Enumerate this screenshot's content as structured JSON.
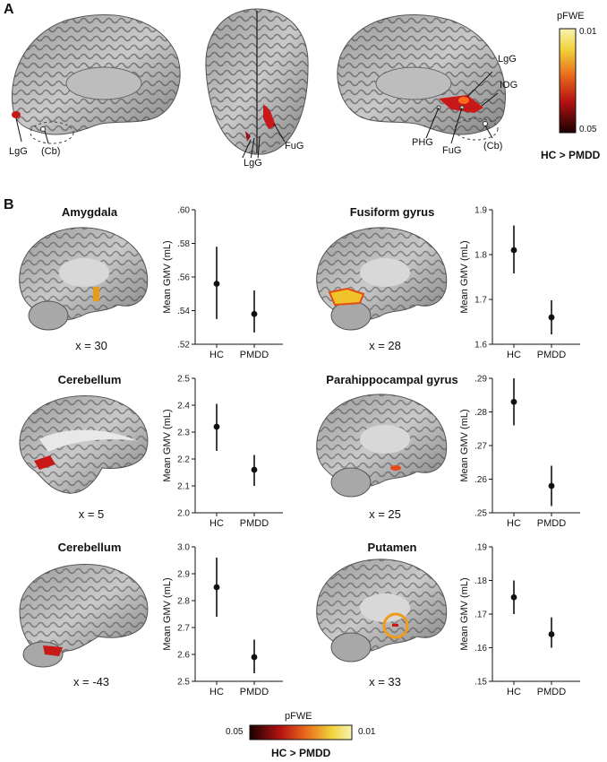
{
  "panel_a": {
    "letter": "A",
    "labels": {
      "lgg": "LgG",
      "cb": "(Cb)",
      "fug": "FuG",
      "phg": "PHG",
      "iog": "IOG"
    },
    "colorbar": {
      "title": "pFWE",
      "top": "0.01",
      "bottom": "0.05"
    },
    "contrast": "HC > PMDD"
  },
  "panel_b": {
    "letter": "B",
    "colorbar": {
      "title": "pFWE",
      "left": "0.05",
      "right": "0.01"
    },
    "contrast": "HC > PMDD"
  },
  "colors": {
    "significance_low": "#3a0000",
    "significance_mid": "#d21d1d",
    "significance_high": "#f6f08c"
  },
  "chart_data": [
    {
      "type": "errorbar",
      "title": "Amygdala",
      "slice": "x = 30",
      "ylabel": "Mean GMV (mL)",
      "categories": [
        "HC",
        "PMDD"
      ],
      "values": [
        0.556,
        0.538
      ],
      "lower": [
        0.535,
        0.527
      ],
      "upper": [
        0.578,
        0.552
      ],
      "ylim": [
        0.52,
        0.6
      ],
      "yticks": [
        ".52",
        ".54",
        ".56",
        ".58",
        ".60"
      ]
    },
    {
      "type": "errorbar",
      "title": "Fusiform gyrus",
      "slice": "x = 28",
      "ylabel": "Mean GMV (mL)",
      "categories": [
        "HC",
        "PMDD"
      ],
      "values": [
        1.81,
        1.66
      ],
      "lower": [
        1.758,
        1.622
      ],
      "upper": [
        1.865,
        1.698
      ],
      "ylim": [
        1.6,
        1.9
      ],
      "yticks": [
        "1.6",
        "1.7",
        "1.8",
        "1.9"
      ]
    },
    {
      "type": "errorbar",
      "title": "Cerebellum",
      "slice": "x = 5",
      "ylabel": "Mean GMV (mL)",
      "categories": [
        "HC",
        "PMDD"
      ],
      "values": [
        2.32,
        2.16
      ],
      "lower": [
        2.23,
        2.1
      ],
      "upper": [
        2.405,
        2.215
      ],
      "ylim": [
        2.0,
        2.5
      ],
      "yticks": [
        "2.0",
        "2.1",
        "2.2",
        "2.3",
        "2.4",
        "2.5"
      ]
    },
    {
      "type": "errorbar",
      "title": "Parahippocampal gyrus",
      "slice": "x = 25",
      "ylabel": "Mean GMV (mL)",
      "categories": [
        "HC",
        "PMDD"
      ],
      "values": [
        0.283,
        0.258
      ],
      "lower": [
        0.276,
        0.252
      ],
      "upper": [
        0.29,
        0.264
      ],
      "ylim": [
        0.25,
        0.29
      ],
      "yticks": [
        ".25",
        ".26",
        ".27",
        ".28",
        ".29"
      ]
    },
    {
      "type": "errorbar",
      "title": "Cerebellum",
      "slice": "x = -43",
      "ylabel": "Mean GMV (mL)",
      "categories": [
        "HC",
        "PMDD"
      ],
      "values": [
        2.85,
        2.59
      ],
      "lower": [
        2.74,
        2.53
      ],
      "upper": [
        2.96,
        2.655
      ],
      "ylim": [
        2.5,
        3.0
      ],
      "yticks": [
        "2.5",
        "2.6",
        "2.7",
        "2.8",
        "2.9",
        "3.0"
      ]
    },
    {
      "type": "errorbar",
      "title": "Putamen",
      "slice": "x = 33",
      "ylabel": "Mean GMV (mL)",
      "categories": [
        "HC",
        "PMDD"
      ],
      "values": [
        0.175,
        0.164
      ],
      "lower": [
        0.17,
        0.16
      ],
      "upper": [
        0.18,
        0.169
      ],
      "ylim": [
        0.15,
        0.19
      ],
      "yticks": [
        ".15",
        ".16",
        ".17",
        ".18",
        ".19"
      ]
    }
  ]
}
